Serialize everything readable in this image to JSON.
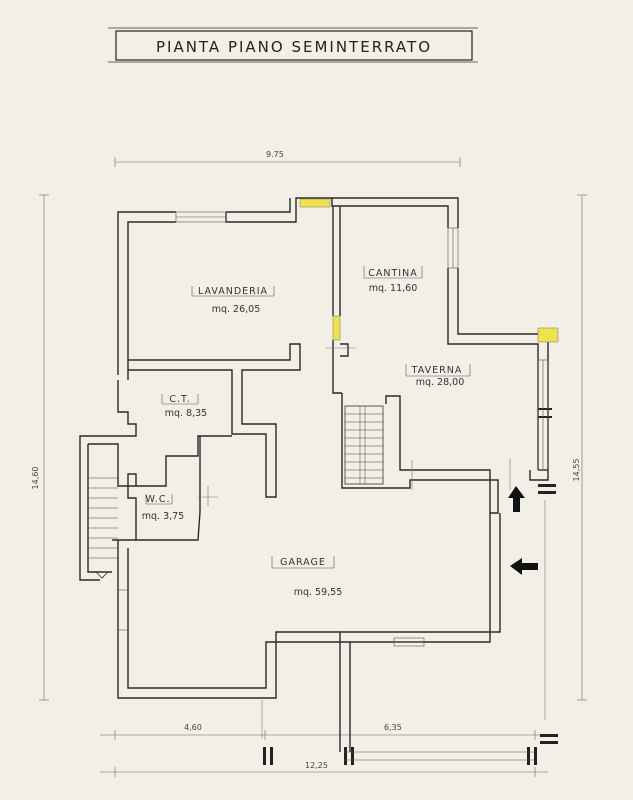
{
  "title": "PIANTA PIANO SEMINTERRATO",
  "rooms": [
    {
      "name": "LAVANDERIA",
      "area": "mq. 26,05"
    },
    {
      "name": "CANTINA",
      "area": "mq. 11,60"
    },
    {
      "name": "TAVERNA",
      "area": "mq. 28,00"
    },
    {
      "name": "C.T.",
      "area": "mq. 8,35"
    },
    {
      "name": "W.C.",
      "area": "mq. 3,75"
    },
    {
      "name": "GARAGE",
      "area": "mq. 59,55"
    }
  ],
  "dimensions": {
    "top_width": "9.75",
    "left_height": "14,60",
    "right_height": "14,55",
    "bottom_left": "4,60",
    "bottom_right": "6,35",
    "bottom_total": "12,25"
  },
  "colors": {
    "paper": "#f1efe6",
    "walls": "#2a2a2a",
    "window_highlight": "#f0e24a"
  }
}
